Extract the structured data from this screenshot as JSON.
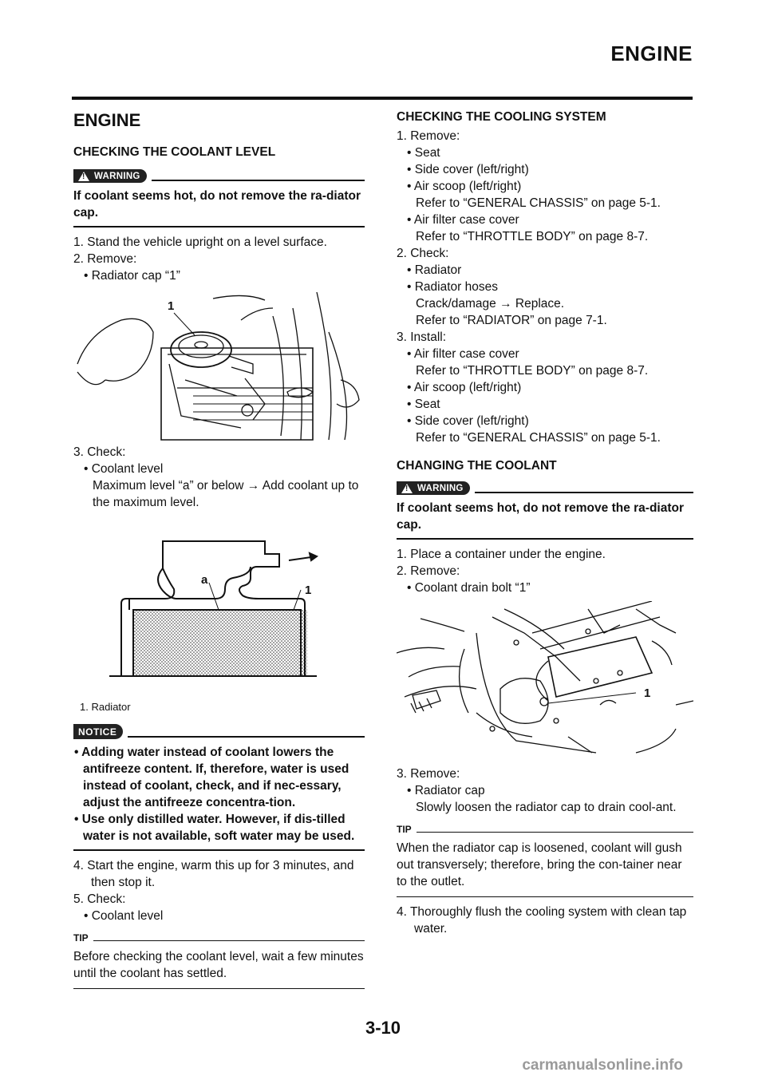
{
  "header": {
    "title": "ENGINE"
  },
  "left": {
    "section_title": "ENGINE",
    "coolant_level": {
      "heading": "CHECKING THE COOLANT LEVEL",
      "warning_label": "WARNING",
      "warning_text": "If coolant seems hot, do not remove the ra-diator cap.",
      "step1": "1. Stand the vehicle upright on a level surface.",
      "step2": "2. Remove:",
      "step2_b1": "• Radiator cap “1”",
      "fig1_callout": "1",
      "step3": "3. Check:",
      "step3_b1": "• Coolant level",
      "step3_sub": "Maximum level “a” or below → Add coolant up to the maximum level.",
      "fig2_callout_a": "a",
      "fig2_callout_1": "1",
      "fig2_caption": "1. Radiator",
      "notice_label": "NOTICE",
      "notice_items": [
        "• Adding water instead of coolant lowers the antifreeze content. If, therefore, water is used instead of coolant, check, and if nec-essary, adjust the antifreeze concentra-tion.",
        "• Use only distilled water. However, if dis-tilled water is not available, soft water may be used."
      ],
      "step4": "4. Start the engine, warm this up for 3 minutes, and then stop it.",
      "step5": "5. Check:",
      "step5_b1": "• Coolant level",
      "tip_label": "TIP",
      "tip_text": "Before checking the coolant level, wait a few minutes until the coolant has settled."
    }
  },
  "right": {
    "cooling_system": {
      "heading": "CHECKING THE COOLING SYSTEM",
      "lines": [
        {
          "t": "1. Remove:",
          "k": "step"
        },
        {
          "t": "• Seat",
          "k": "bul"
        },
        {
          "t": "• Side cover (left/right)",
          "k": "bul"
        },
        {
          "t": "• Air scoop (left/right)",
          "k": "bul"
        },
        {
          "t": "Refer to “GENERAL CHASSIS” on page 5-1.",
          "k": "sub"
        },
        {
          "t": "• Air filter case cover",
          "k": "bul"
        },
        {
          "t": "Refer to “THROTTLE BODY” on page 8-7.",
          "k": "sub"
        },
        {
          "t": "2. Check:",
          "k": "step"
        },
        {
          "t": "• Radiator",
          "k": "bul"
        },
        {
          "t": "• Radiator hoses",
          "k": "bul"
        },
        {
          "t": "Crack/damage → Replace.",
          "k": "sub"
        },
        {
          "t": "Refer to “RADIATOR” on page 7-1.",
          "k": "sub"
        },
        {
          "t": "3. Install:",
          "k": "step"
        },
        {
          "t": "• Air filter case cover",
          "k": "bul"
        },
        {
          "t": "Refer to “THROTTLE BODY” on page 8-7.",
          "k": "sub"
        },
        {
          "t": "• Air scoop (left/right)",
          "k": "bul"
        },
        {
          "t": "• Seat",
          "k": "bul"
        },
        {
          "t": "• Side cover (left/right)",
          "k": "bul"
        },
        {
          "t": "Refer to “GENERAL CHASSIS” on page 5-1.",
          "k": "sub"
        }
      ]
    },
    "changing": {
      "heading": "CHANGING THE COOLANT",
      "warning_label": "WARNING",
      "warning_text": "If coolant seems hot, do not remove the ra-diator cap.",
      "step1": "1. Place a container under the engine.",
      "step2": "2. Remove:",
      "step2_b1": "• Coolant drain bolt “1”",
      "fig3_callout": "1",
      "step3": "3. Remove:",
      "step3_b1": "• Radiator cap",
      "step3_sub": "Slowly loosen the radiator cap to drain cool-ant.",
      "tip_label": "TIP",
      "tip_text": "When the radiator cap is loosened, coolant will gush out transversely; therefore, bring the con-tainer near to the outlet.",
      "step4": "4. Thoroughly flush the cooling system with clean tap water."
    }
  },
  "footer": {
    "page_number": "3-10",
    "watermark": "carmanualsonline.info"
  }
}
